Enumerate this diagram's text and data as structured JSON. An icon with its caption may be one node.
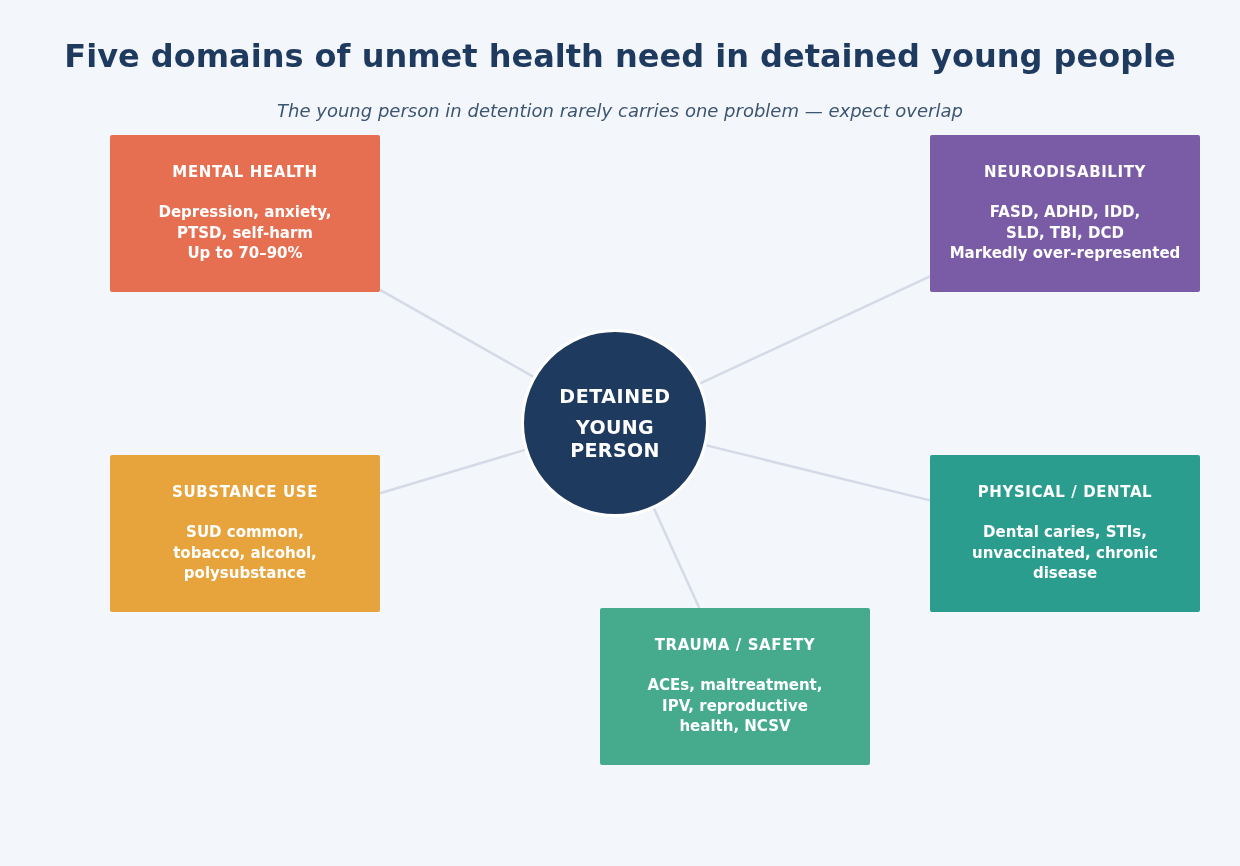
{
  "diagram": {
    "title": "Five domains of unmet health need in detained young people",
    "nodes": [
      {
        "text": [
          "MENTAL HEALTH",
          "Depression, anxiety, PTSD, self-harm",
          "Up to 70–90%"
        ]
      },
      {
        "text": [
          "NEURODISABILITY",
          "FASD, ADHD, IDD, SLD, TBI, DCD",
          "Markedly over-represented"
        ]
      },
      {
        "text": [
          "DETAINED",
          "YOUNG PERSON"
        ]
      },
      {
        "text": [
          "SUBSTANCE USE",
          "SUD common, tobacco, alcohol, polysubstance"
        ]
      },
      {
        "text": [
          "PHYSICAL / DENTAL",
          "Dental caries, STIs, unvaccinated, chronic disease"
        ]
      },
      {
        "text": [
          "TRAUMA / SAFETY",
          "ACEs, maltreatment, IPV, reproductive health, NCSV"
        ]
      }
    ],
    "edges": [
      {
        "from": 2,
        "to": 0,
        "arrow": "none"
      },
      {
        "from": 2,
        "to": 1,
        "arrow": "none"
      },
      {
        "from": 2,
        "to": 3,
        "arrow": "none"
      },
      {
        "from": 2,
        "to": 4,
        "arrow": "none"
      },
      {
        "from": 2,
        "to": 5,
        "arrow": "none"
      }
    ],
    "labels": [
      "The young person in detention rarely carries one problem — expect overlap"
    ]
  }
}
